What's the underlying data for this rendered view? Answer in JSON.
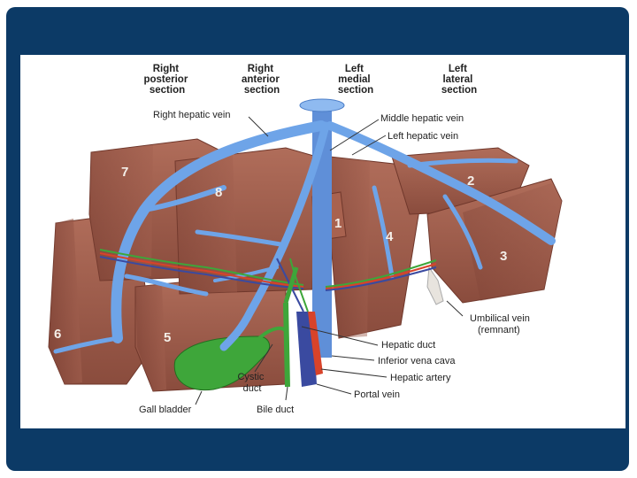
{
  "sections": {
    "right_posterior": [
      "Right",
      "posterior",
      "section"
    ],
    "right_anterior": [
      "Right",
      "anterior",
      "section"
    ],
    "left_medial": [
      "Left",
      "medial",
      "section"
    ],
    "left_lateral": [
      "Left",
      "lateral",
      "section"
    ]
  },
  "labels": {
    "right_hepatic_vein": "Right hepatic vein",
    "middle_hepatic_vein": "Middle hepatic vein",
    "left_hepatic_vein": "Left hepatic vein",
    "umbilical_vein": "Umbilical vein",
    "umbilical_vein_note": "(remnant)",
    "hepatic_duct": "Hepatic duct",
    "inferior_vena_cava": "Inferior vena cava",
    "hepatic_artery": "Hepatic artery",
    "portal_vein": "Portal vein",
    "cystic_duct": [
      "Cystic",
      "duct"
    ],
    "bile_duct": "Bile duct",
    "gall_bladder": "Gall bladder"
  },
  "segments": [
    "1",
    "2",
    "3",
    "4",
    "5",
    "6",
    "7",
    "8"
  ],
  "colors": {
    "frame": "#0c3a66",
    "liver": "#9c5a49",
    "vein": "#6ea4e8",
    "gall_bladder": "#3ea63a",
    "artery": "#d8432a"
  }
}
